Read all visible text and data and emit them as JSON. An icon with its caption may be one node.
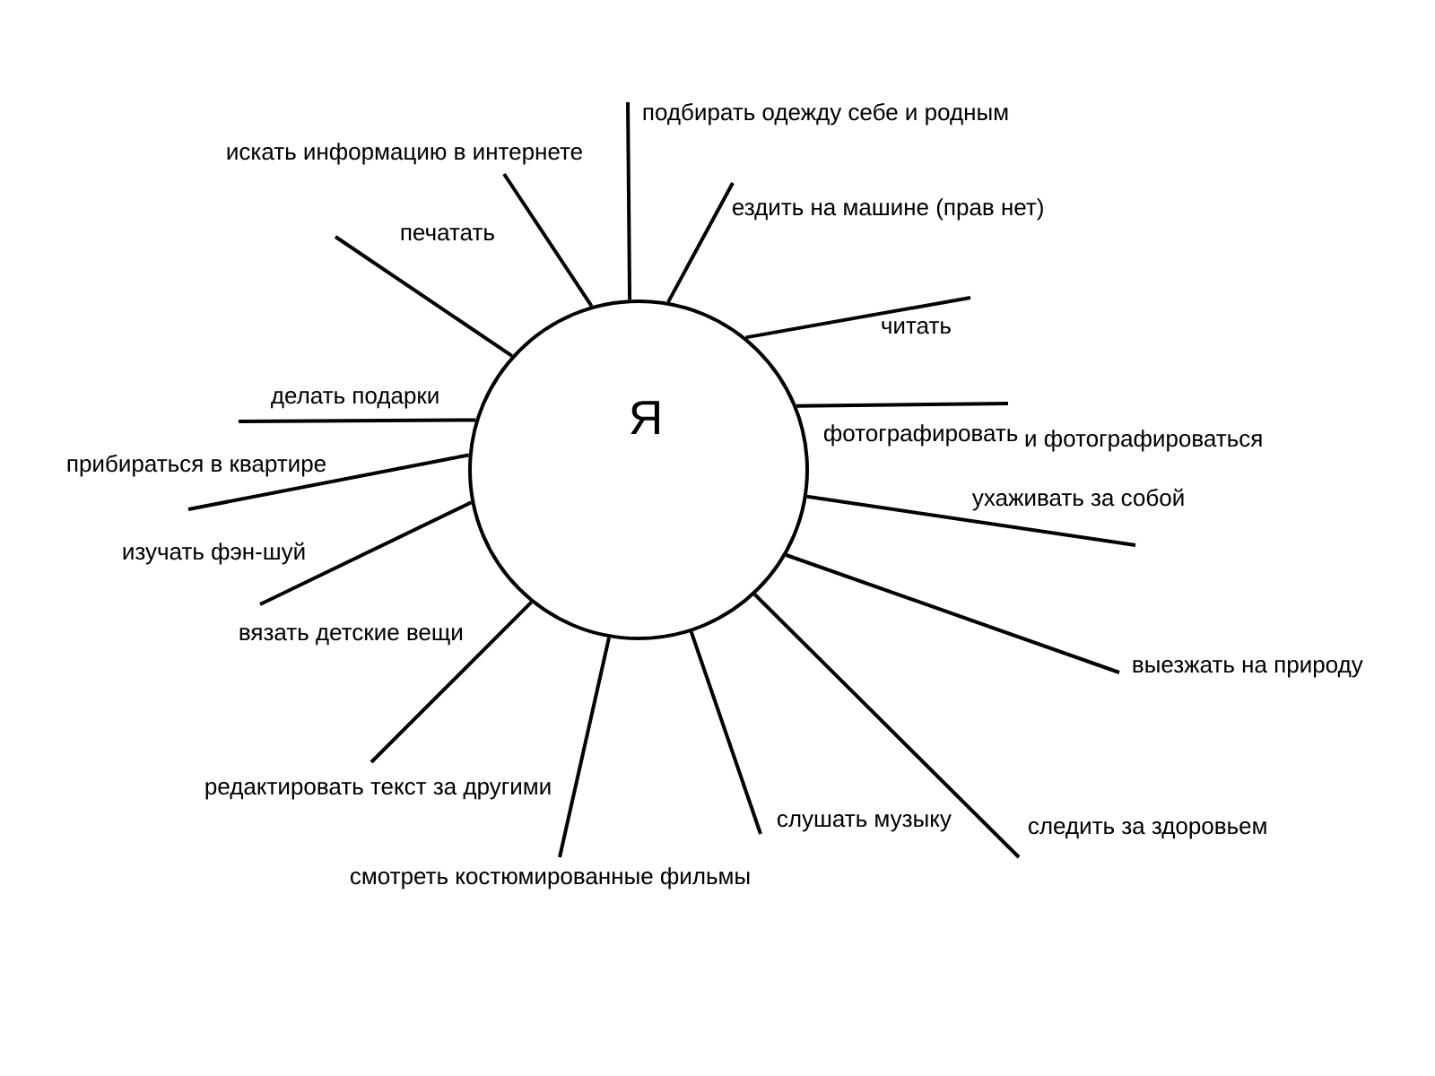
{
  "diagram": {
    "nodes": [
      {
        "text": [
          "Я"
        ]
      },
      {
        "text": [
          "подбирать одежду себе и родным"
        ]
      },
      {
        "text": [
          "ездить на машине (прав нет)"
        ]
      },
      {
        "text": [
          "читать"
        ]
      },
      {
        "text": [
          "фотографировать",
          "и фотографироваться"
        ]
      },
      {
        "text": [
          "ухаживать за собой"
        ]
      },
      {
        "text": [
          "выезжать на природу"
        ]
      },
      {
        "text": [
          "следить за здоровьем"
        ]
      },
      {
        "text": [
          "слушать музыку"
        ]
      },
      {
        "text": [
          "смотреть костюмированные фильмы"
        ]
      },
      {
        "text": [
          "редактировать текст за другими"
        ]
      },
      {
        "text": [
          "вязать детские вещи"
        ]
      },
      {
        "text": [
          "изучать фэн-шуй"
        ]
      },
      {
        "text": [
          "делать подарки"
        ]
      },
      {
        "text": [
          "печатать"
        ]
      },
      {
        "text": [
          "искать информацию в интернете"
        ]
      }
    ],
    "edges": [
      {
        "from": 0,
        "to": 1,
        "arrow": "none"
      },
      {
        "from": 0,
        "to": 2,
        "arrow": "none"
      },
      {
        "from": 0,
        "to": 3,
        "arrow": "none"
      },
      {
        "from": 0,
        "to": 4,
        "arrow": "none"
      },
      {
        "from": 0,
        "to": 5,
        "arrow": "none"
      },
      {
        "from": 0,
        "to": 6,
        "arrow": "none"
      },
      {
        "from": 0,
        "to": 7,
        "arrow": "none"
      },
      {
        "from": 0,
        "to": 8,
        "arrow": "none"
      },
      {
        "from": 0,
        "to": 9,
        "arrow": "none"
      },
      {
        "from": 0,
        "to": 10,
        "arrow": "none"
      },
      {
        "from": 0,
        "to": 11,
        "arrow": "none"
      },
      {
        "from": 0,
        "to": 12,
        "arrow": "none"
      },
      {
        "from": 0,
        "to": 13,
        "arrow": "none"
      },
      {
        "from": 0,
        "to": 14,
        "arrow": "none"
      },
      {
        "from": 0,
        "to": 15,
        "arrow": "none"
      }
    ],
    "labels": [
      "прибираться в квартире"
    ]
  }
}
